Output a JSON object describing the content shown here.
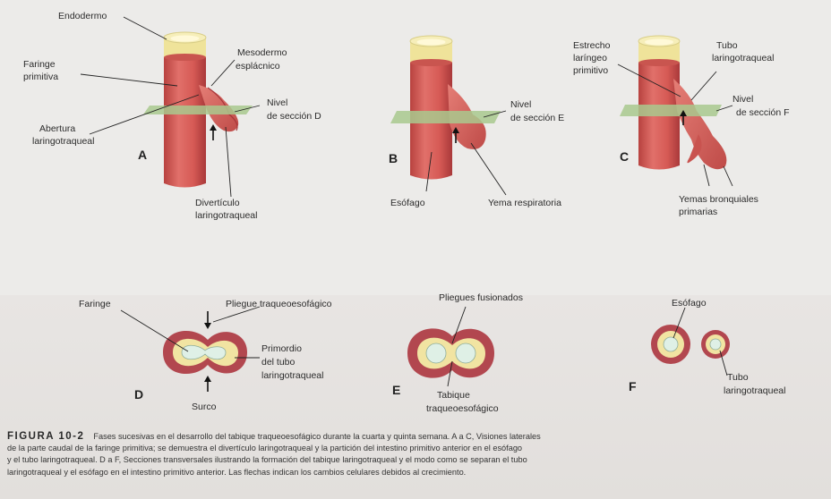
{
  "panels": {
    "A": {
      "letter": "A",
      "labels": {
        "endodermo": "Endodermo",
        "faringe_primitiva_1": "Faringe",
        "faringe_primitiva_2": "primitiva",
        "mesodermo_1": "Mesodermo",
        "mesodermo_2": "esplácnico",
        "abertura_1": "Abertura",
        "abertura_2": "laringotraqueal",
        "nivel_1": "Nivel",
        "nivel_2": "de sección D",
        "diverticulo_1": "Divertículo",
        "diverticulo_2": "laringotraqueal"
      }
    },
    "B": {
      "letter": "B",
      "labels": {
        "nivel_1": "Nivel",
        "nivel_2": "de sección E",
        "esofago": "Esófago",
        "yema": "Yema respiratoria"
      }
    },
    "C": {
      "letter": "C",
      "labels": {
        "estrecho_1": "Estrecho",
        "estrecho_2": "laríngeo",
        "estrecho_3": "primitivo",
        "tubo_1": "Tubo",
        "tubo_2": "laringotraqueal",
        "nivel_1": "Nivel",
        "nivel_2": "de sección F",
        "yemas_1": "Yemas bronquiales",
        "yemas_2": "primarias"
      }
    },
    "D": {
      "letter": "D",
      "labels": {
        "faringe": "Faringe",
        "pliegue": "Pliegue traqueoesofágico",
        "primordio_1": "Primordio",
        "primordio_2": "del tubo",
        "primordio_3": "laringotraqueal",
        "surco": "Surco"
      }
    },
    "E": {
      "letter": "E",
      "labels": {
        "pliegues": "Pliegues fusionados",
        "tabique_1": "Tabique",
        "tabique_2": "traqueoesofágico"
      }
    },
    "F": {
      "letter": "F",
      "labels": {
        "esofago": "Esófago",
        "tubo_1": "Tubo",
        "tubo_2": "laringotraqueal"
      }
    }
  },
  "caption": {
    "figure_label": "FIGURA 10-2",
    "line1": "Fases sucesivas en el desarrollo del tabique traqueoesofágico durante la cuarta y quinta semana. A a C, Visiones laterales",
    "line2": "de la parte caudal de la faringe primitiva; se demuestra el divertículo laringotraqueal y la partición del intestino primitivo anterior en el esófago",
    "line3": "y el tubo laringotraqueal. D a F, Secciones transversales ilustrando la formación del tabique laringotraqueal y el modo como se separan el tubo",
    "line4": "laringotraqueal y el esófago en el intestino primitivo anterior. Las flechas indican los cambios celulares debidos al crecimiento."
  },
  "colors": {
    "tube_red": "#d9615a",
    "tube_dark": "#b8423f",
    "tube_light": "#ec8f86",
    "endoderm_yellow": "#efe39a",
    "plane_green": "#a9c98e",
    "ring_pink": "#b2474f",
    "ring_yellow": "#f1e4a2",
    "lumen": "#dff0e6"
  }
}
